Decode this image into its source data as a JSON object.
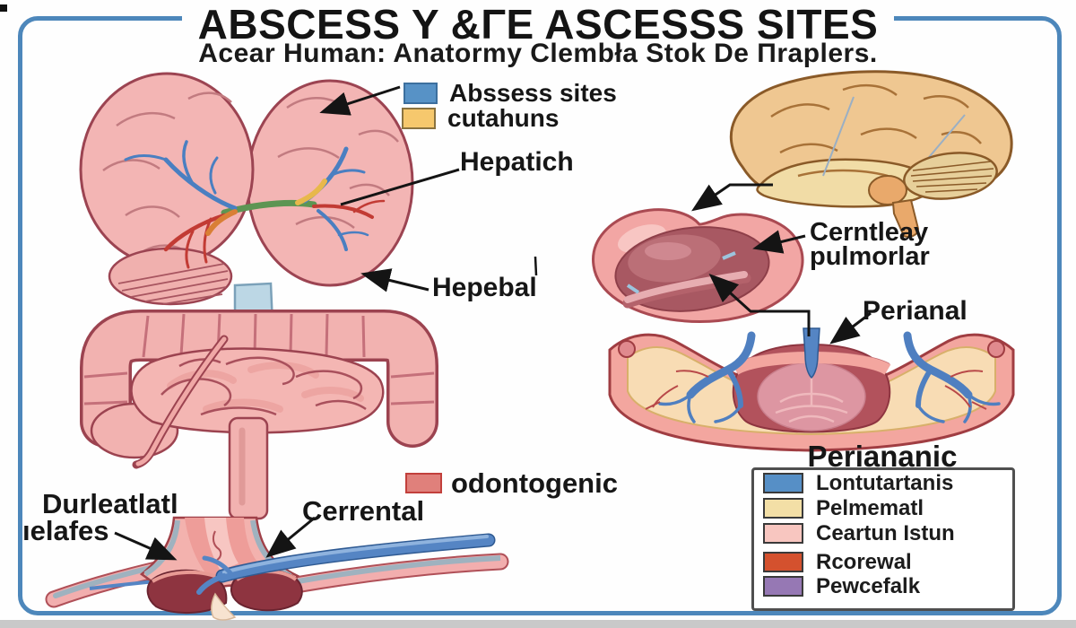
{
  "figure": {
    "title": "ABSCESS Y &ΓE ASCESSS SITES",
    "subtitle": "Acear Human: Anatormy Clembła Stok De Пraplers."
  },
  "colors": {
    "frame_border": "#4d87bb",
    "legend_blue": "#5792c6",
    "legend_yellow": "#f6c86d",
    "odontogenic_red": "#e0807b",
    "bottom_blue": "#568fc6",
    "bottom_yellow": "#f3dfa6",
    "bottom_pink": "#f8c6c0",
    "bottom_red": "#d4512e",
    "bottom_purple": "#9678b4"
  },
  "top_legend": {
    "items": [
      {
        "label": "Abssess sites",
        "color": "#5792c6"
      },
      {
        "label": "cutahuns",
        "color": "#f6c86d"
      }
    ]
  },
  "annotations": {
    "hepatich": "Hepatich",
    "hepebal": "Hepebal",
    "cerebral_line1": "Cerntleay",
    "cerebral_line2": "pulmorlar",
    "perianal": "Perianal",
    "odontogenic": "odontogenic",
    "cerrental": "Cerrental",
    "periapical_line1": "Durleatlatl",
    "periapical_line2": "ıelafes"
  },
  "bottom_legend": {
    "heading": "Periananic",
    "items": [
      {
        "label": "Lontutartanis",
        "color": "#568fc6"
      },
      {
        "label": "Pelmematl",
        "color": "#f3dfa6"
      },
      {
        "label": "Ceartun Istun",
        "color": "#f8c6c0"
      },
      {
        "label": "Rcorewal",
        "color": "#d4512e"
      },
      {
        "label": "Pewcefalk",
        "color": "#9678b4"
      }
    ]
  }
}
